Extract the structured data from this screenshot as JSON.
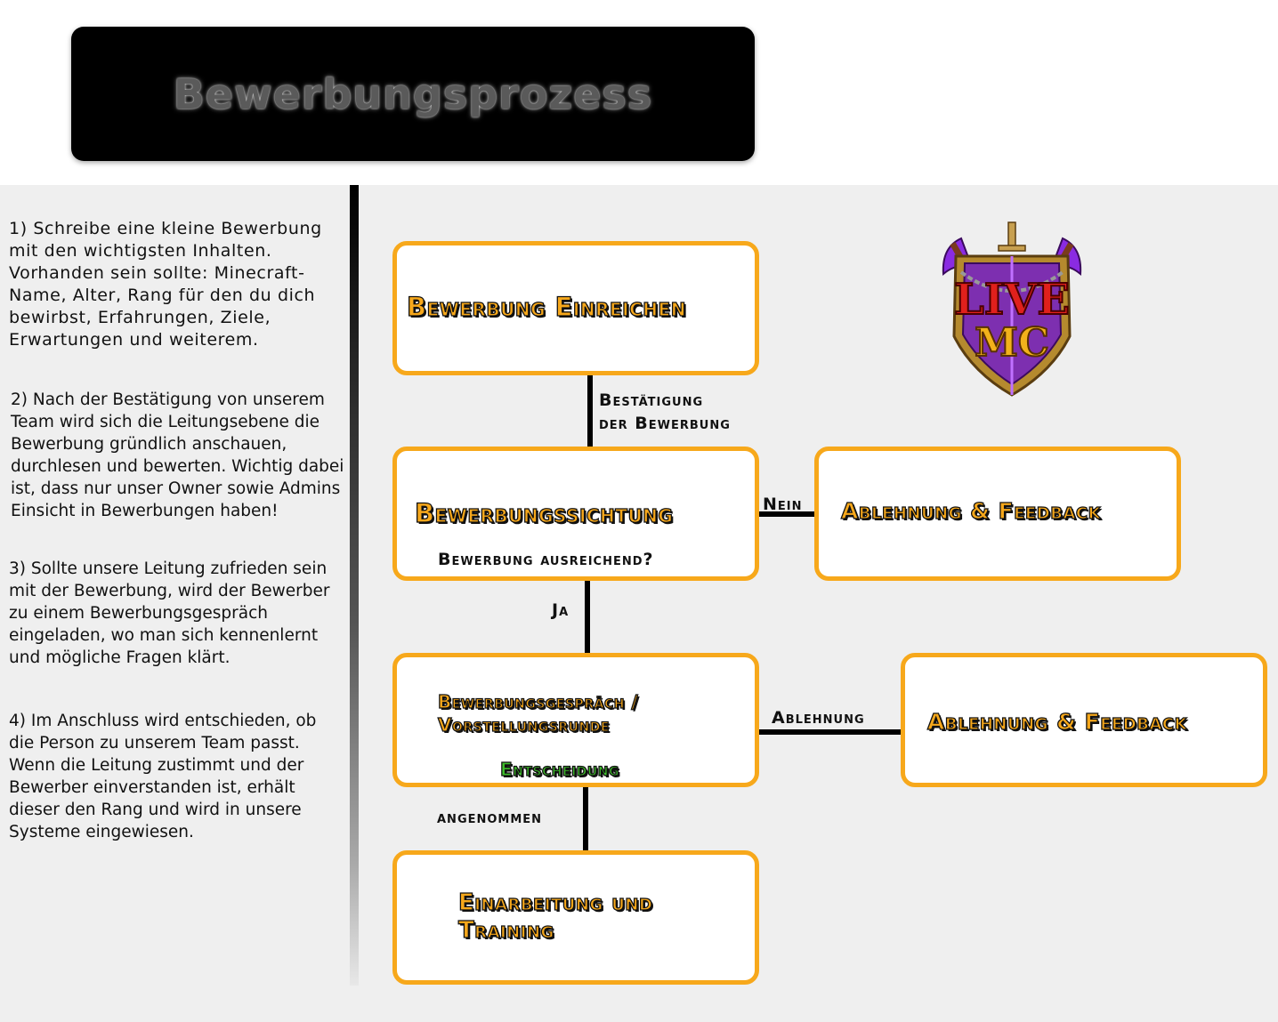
{
  "title": "Bewerbungsprozess",
  "steps": [
    "1) Schreibe eine kleine Bewerbung mit den wichtigsten Inhalten. Vorhanden sein sollte: Minecraft-Name, Alter, Rang für den du dich bewirbst, Erfahrungen, Ziele, Erwartungen und weiterem.",
    "2) Nach der Bestätigung von unserem Team wird sich die Leitungsebene die Bewerbung gründlich anschauen, durchlesen und bewerten. Wichtig dabei ist, dass nur unser Owner sowie Admins Einsicht in Bewerbungen haben!",
    "3) Sollte unsere Leitung zufrieden sein mit der Bewerbung, wird der Bewerber zu einem Bewerbungsgespräch eingeladen, wo man sich kennenlernt und mögliche Fragen klärt.",
    "4) Im Anschluss wird entschieden, ob die Person zu unserem Team passt. Wenn die Leitung zustimmt und der Bewerber einverstanden ist, erhält dieser den Rang und wird in unsere Systeme eingewiesen."
  ],
  "nodes": {
    "submit": "Bewerbung Einreichen",
    "review": "Bewerbungssichtung",
    "review_question": "Bewerbung ausreichend?",
    "reject_1": "Ablehnung & Feedback",
    "interview_line1": "Bewerbungsgespräch /",
    "interview_line2": "Vorstellungsrunde",
    "decision": "Entscheidung",
    "reject_2": "Ablehnung & Feedback",
    "training_line1": "Einarbeitung und",
    "training_line2": "Training"
  },
  "edges": {
    "confirm_line1": "Bestätigung",
    "confirm_line2": "der Bewerbung",
    "no": "Nein",
    "yes": "Ja",
    "rejection": "Ablehnung",
    "accepted": "angenommen"
  },
  "logo": {
    "line1": "LIVE",
    "line2": "MC"
  },
  "colors": {
    "accent_orange": "#f7a81b",
    "accent_green": "#3fc02b",
    "logo_purple": "#8a2be2",
    "logo_red": "#e0201c"
  }
}
